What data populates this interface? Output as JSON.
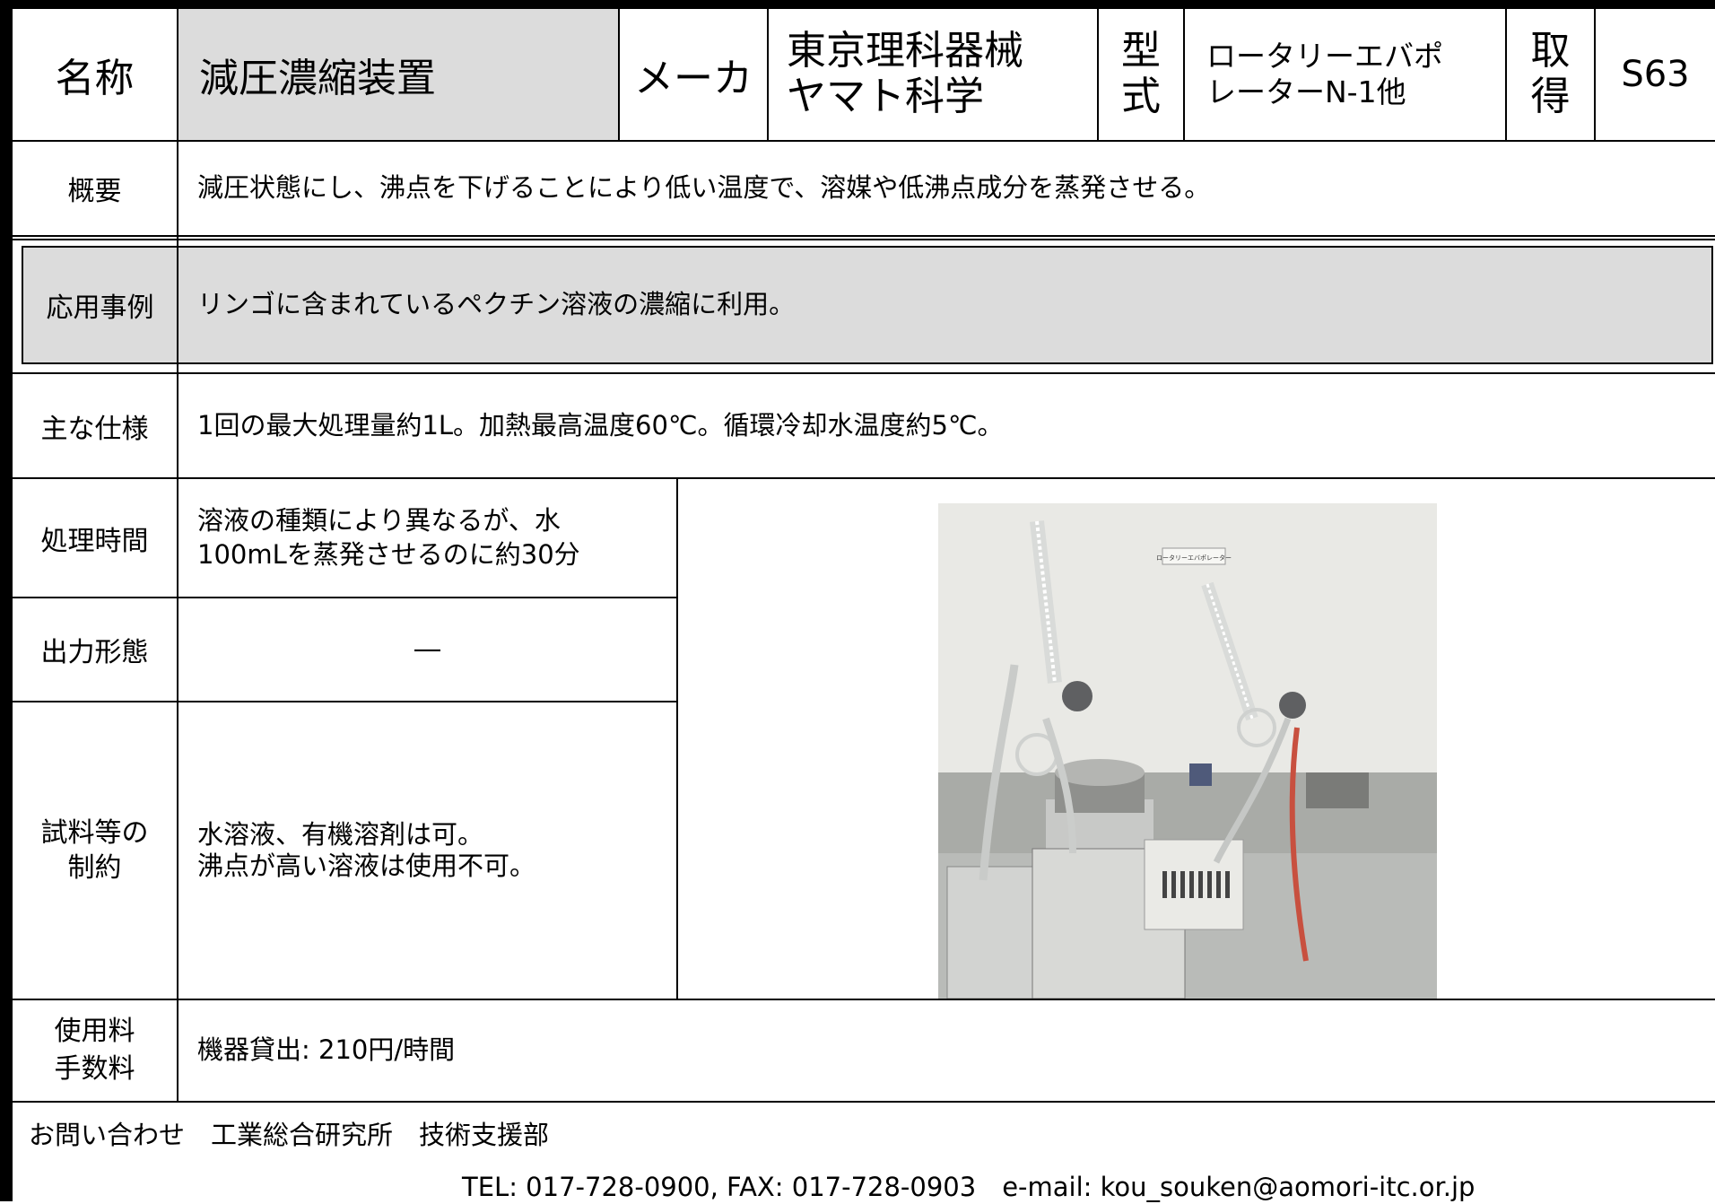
{
  "header": {
    "name_label": "名称",
    "name_value": "減圧濃縮装置",
    "maker_label": "メーカ",
    "maker_line1": "東京理科器械",
    "maker_line2": "ヤマト科学",
    "model_label_1": "型",
    "model_label_2": "式",
    "model_line1": "ロータリーエバポ",
    "model_line2": "レーターN-1他",
    "acquired_label_1": "取",
    "acquired_label_2": "得",
    "acquired_value": "S63"
  },
  "overview": {
    "label": "概要",
    "text": "減圧状態にし、沸点を下げることにより低い温度で、溶媒や低沸点成分を蒸発させる。"
  },
  "application": {
    "label": "応用事例",
    "text": "リンゴに含まれているペクチン溶液の濃縮に利用。"
  },
  "specs": {
    "label": "主な仕様",
    "text": "1回の最大処理量約1L。加熱最高温度60℃。循環冷却水温度約5℃。"
  },
  "processing_time": {
    "label": "処理時間",
    "line1": "溶液の種類により異なるが、水",
    "line2": "100mLを蒸発させるのに約30分"
  },
  "output": {
    "label": "出力形態",
    "text": "―"
  },
  "restrictions": {
    "label_1": "試料等の",
    "label_2": "制約",
    "line1": "水溶液、有機溶剤は可。",
    "line2": "沸点が高い溶液は使用不可。"
  },
  "fee": {
    "label_1": "使用料",
    "label_2": "手数料",
    "text": "機器貸出: 210円/時間"
  },
  "photo": {
    "sign_text": "ロータリーエバポレーター"
  },
  "footer": {
    "contact": "お問い合わせ　工業総合研究所　技術支援部",
    "details": "TEL: 017-728-0900, FAX: 017-728-0903　e-mail: kou_souken@aomori-itc.or.jp"
  }
}
